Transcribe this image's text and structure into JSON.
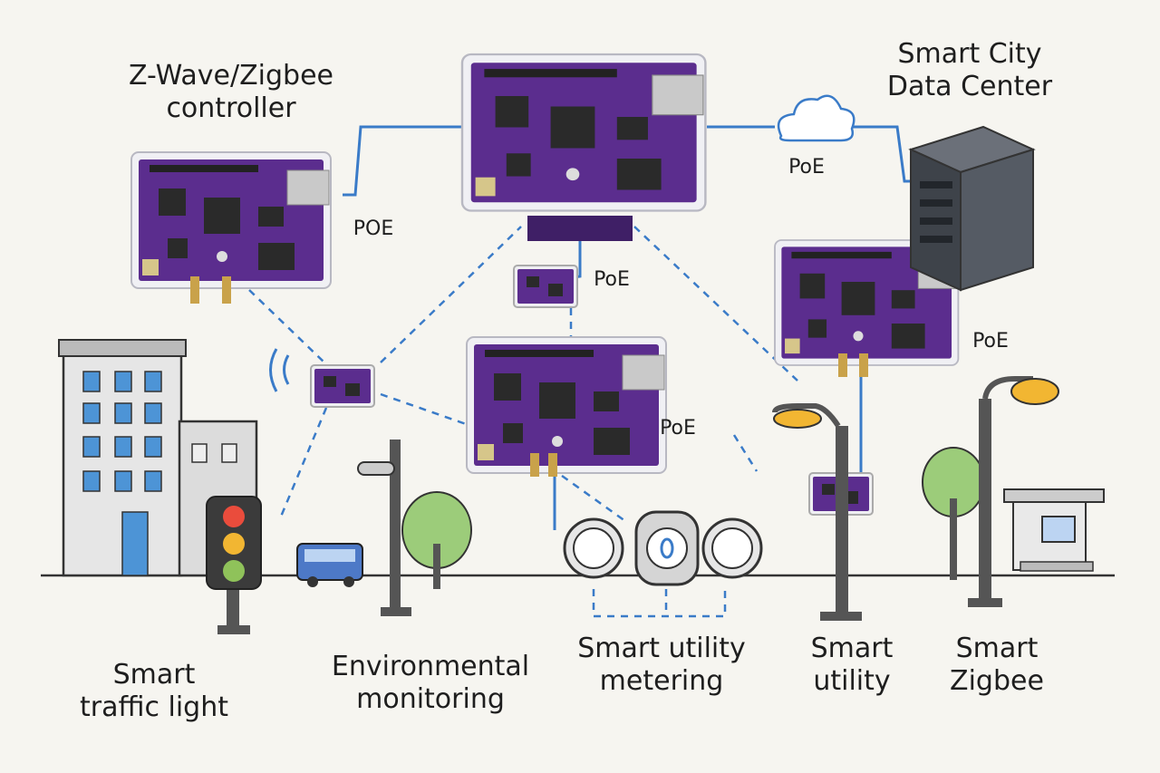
{
  "labels": {
    "controller": "Z-Wave/Zigbee\ncontroller",
    "data_center": "Smart City\nData Center",
    "poe_left": "POE",
    "poe_cloud": "PoE",
    "poe_center": "PoE",
    "poe_right": "PoE",
    "poe_mid_board": "PoE",
    "traffic_light": "Smart\ntraffic light",
    "environmental": "Environmental\nmonitoring",
    "metering": "Smart utility\nmetering",
    "smart_utility": "Smart\nutility",
    "smart_zigbee": "Smart\nZigbee"
  },
  "colors": {
    "board": "#5b2d8e",
    "board_dark": "#3f1f66",
    "wire": "#3a7bc8",
    "building": "#e6e6e6",
    "window": "#4d94d6",
    "tree": "#9ccc7a",
    "pole": "#555555",
    "server": "#4a4f57"
  },
  "icons": [
    "cloud-icon",
    "server-icon",
    "wifi-icon",
    "traffic-light-icon",
    "bus-icon",
    "tree-icon",
    "street-lamp-icon",
    "meter-icon",
    "bus-stop-icon",
    "building-icon"
  ]
}
